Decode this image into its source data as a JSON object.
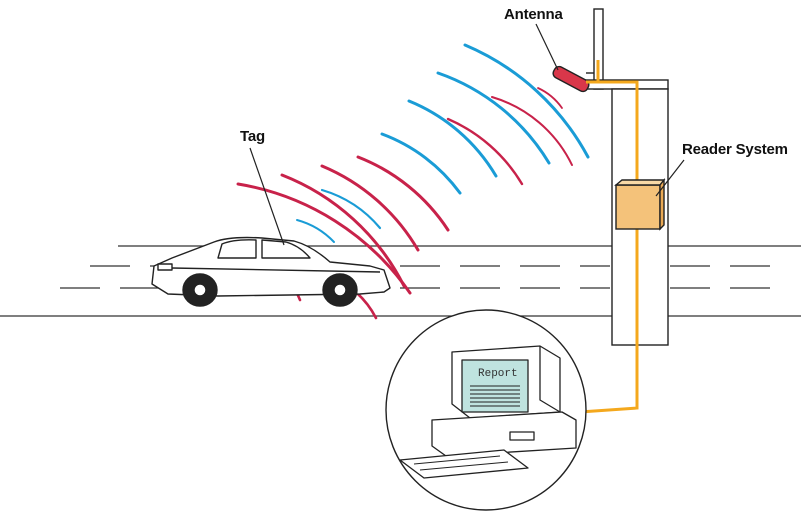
{
  "labels": {
    "antenna": "Antenna",
    "tag": "Tag",
    "reader_system": "Reader System",
    "screen": "Report"
  },
  "colors": {
    "wave_blue": "#1a9cd6",
    "wave_red": "#c8224a",
    "cable": "#f4a81d",
    "reader_box": "#f4c27a",
    "screen": "#bfe3df",
    "antenna": "#d9374a"
  }
}
